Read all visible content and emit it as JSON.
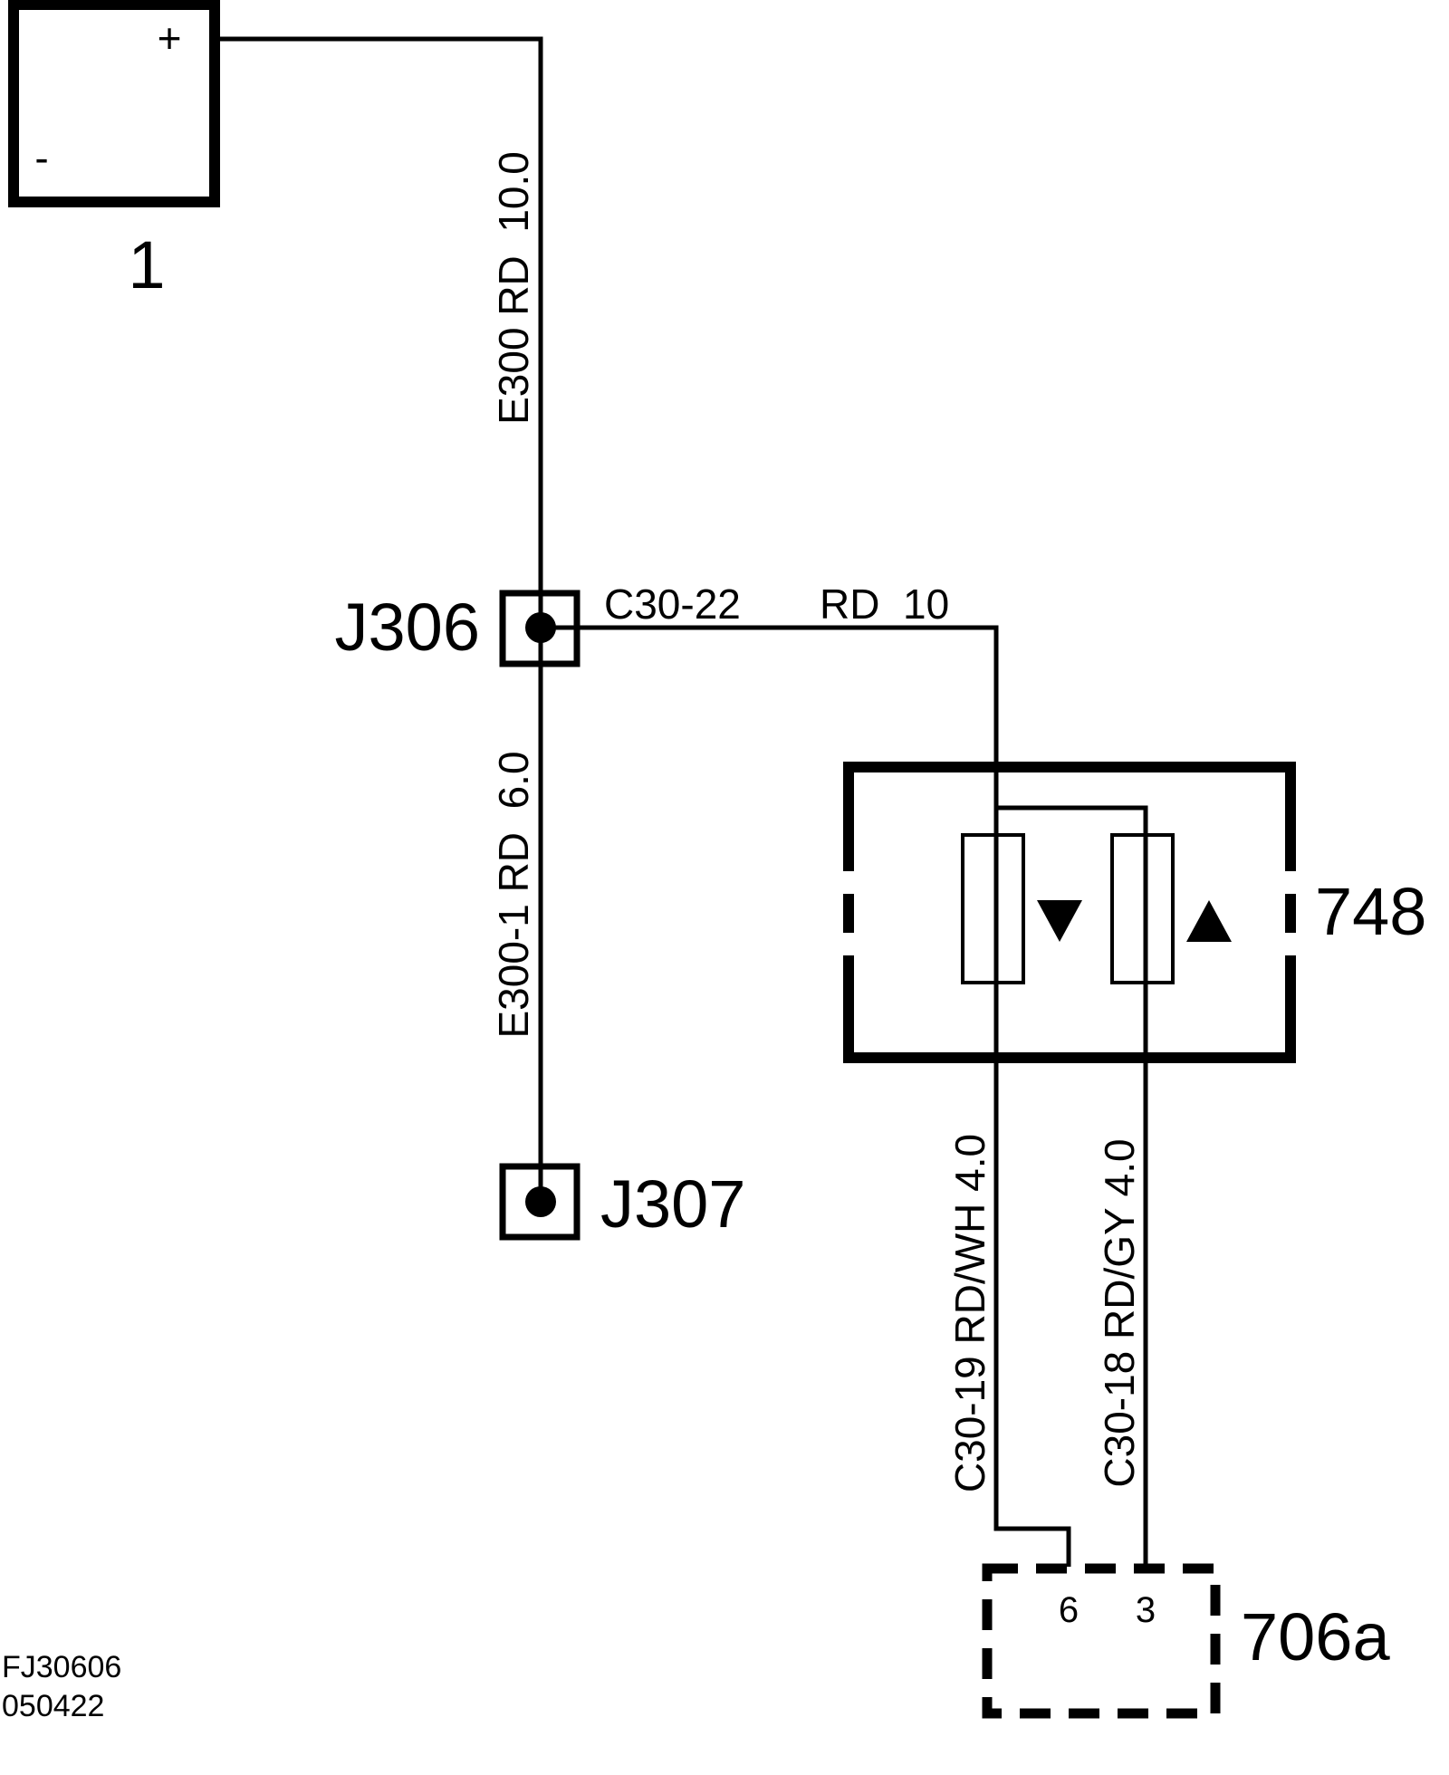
{
  "battery": {
    "id": "1",
    "plus": "+",
    "minus": "-"
  },
  "wires": {
    "main": "E300 RD  10.0",
    "branch_circuit": "C30-22",
    "branch_spec": "RD  10",
    "lower": "E300-1 RD  6.0",
    "left_out": "C30-19 RD/WH 4.0",
    "right_out": "C30-18 RD/GY 4.0"
  },
  "junctions": {
    "top": "J306",
    "bottom": "J307"
  },
  "module": {
    "id": "748",
    "down_symbol": "▼",
    "up_symbol": "▲"
  },
  "connector": {
    "id": "706a",
    "pin_left": "6",
    "pin_right": "3"
  },
  "footer": {
    "code": "FJ30606",
    "date": "050422"
  }
}
